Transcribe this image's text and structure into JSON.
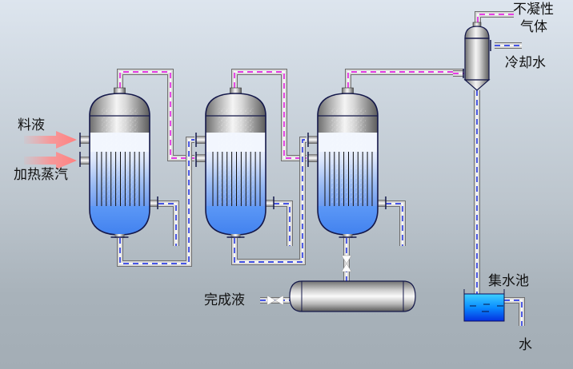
{
  "diagram": {
    "title": "三效蒸发流程",
    "labels": {
      "feed": "料液",
      "heating_steam": "加热蒸汽",
      "noncondensable_line1": "不凝性",
      "noncondensable_line2": "气体",
      "cooling_water": "冷却水",
      "product": "完成液",
      "collecting_tank": "集水池",
      "water": "水"
    },
    "evaporators": [
      {
        "id": "effect-1"
      },
      {
        "id": "effect-2"
      },
      {
        "id": "effect-3"
      }
    ],
    "colors": {
      "vapor_line": "#e000e0",
      "liquid_line": "#0a1ee0",
      "feed_arrow": "#ff8a8a",
      "liquid_fill": "#4a8cf5",
      "pool_water": "#12a0ff",
      "outline": "#14184a"
    }
  }
}
